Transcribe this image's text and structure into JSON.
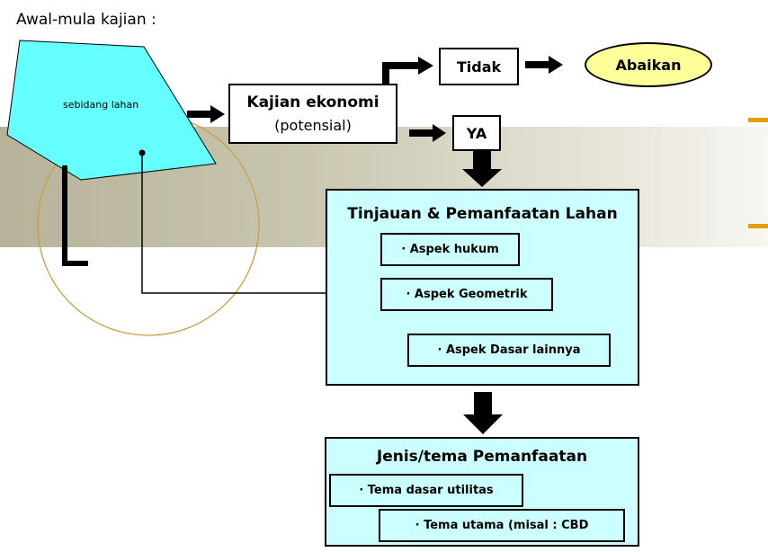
{
  "title": "Awal-mula kajian :",
  "parcel": {
    "label": "sebidang lahan"
  },
  "kajian": {
    "title": "Kajian ekonomi",
    "subtitle": "(potensial)"
  },
  "tidak": "Tidak",
  "abaikan": "Abaikan",
  "ya": "YA",
  "tinjauan": {
    "title": "Tinjauan & Pemanfaatan Lahan",
    "items": [
      "· Aspek hukum",
      "· Aspek Geometrik",
      "· Aspek Dasar lainnya"
    ]
  },
  "jenis": {
    "title": "Jenis/tema Pemanfaatan",
    "items": [
      "· Tema dasar utilitas",
      "· Tema utama (misal : CBD"
    ]
  },
  "colors": {
    "parcel_fill": "#66ffff",
    "box_fill": "#ccffff",
    "ellipse_fill": "#ffff99",
    "accent": "#e0a000",
    "curved_arrow": "#e07000"
  }
}
